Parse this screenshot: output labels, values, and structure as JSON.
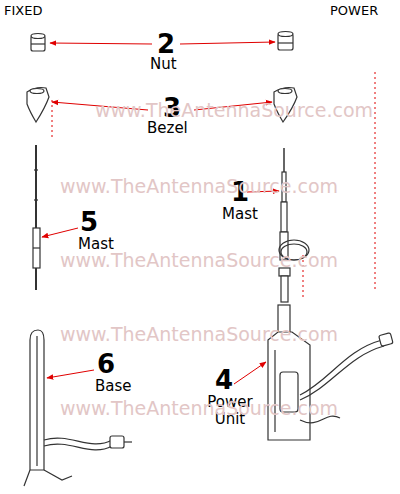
{
  "diagram": {
    "labels": [
      "FIXED",
      "POWER",
      "2",
      "Nut",
      "3",
      "Bezel",
      "5",
      "Mast",
      "1",
      "Mast",
      "6",
      "Base",
      "4",
      "Power Unit",
      "www.TheAntennaSource.com",
      "www.TheAntennaSource.com",
      "www.TheAntennaSource.com",
      "www.TheAntennaSource.com",
      "www.TheAntennaSource.com"
    ]
  }
}
